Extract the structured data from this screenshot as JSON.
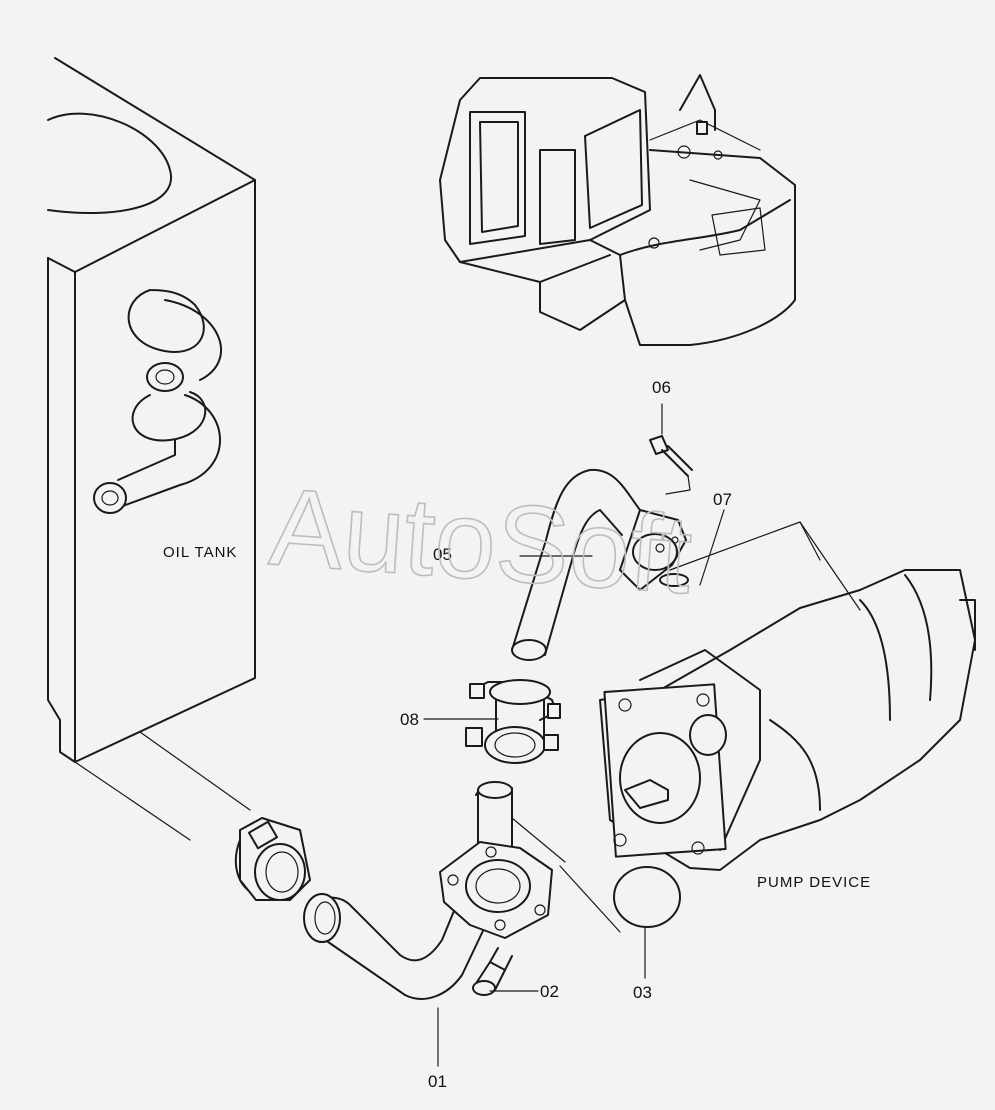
{
  "captions": {
    "oil_tank": "OIL TANK",
    "pump_device": "PUMP DEVICE"
  },
  "watermark": "AutoSoft",
  "callouts": [
    "06",
    "07",
    "05",
    "08",
    "02",
    "01",
    "03"
  ]
}
